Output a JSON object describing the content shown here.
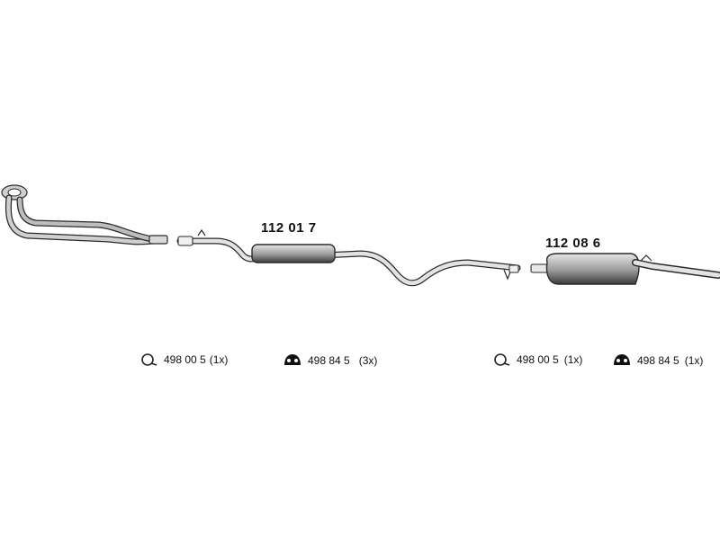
{
  "parts": {
    "front_pipe": {},
    "middle_silencer": {
      "label": "112 01 7"
    },
    "rear_silencer": {
      "label": "112 08 6"
    }
  },
  "legend": [
    {
      "icon": "ring-clamp-icon",
      "code": "498 00 5",
      "qty": "(1x)"
    },
    {
      "icon": "rubber-mount-icon",
      "code": "498 84 5",
      "qty": "(3x)"
    },
    {
      "icon": "ring-clamp-icon",
      "code": "498 00 5",
      "qty": "(1x)"
    },
    {
      "icon": "rubber-mount-icon",
      "code": "498 84 5",
      "qty": "(1x)"
    }
  ],
  "colors": {
    "line": "#2a2a2a",
    "fill_light": "#d9d9d9",
    "fill_dark": "#555555",
    "text": "#111111"
  }
}
